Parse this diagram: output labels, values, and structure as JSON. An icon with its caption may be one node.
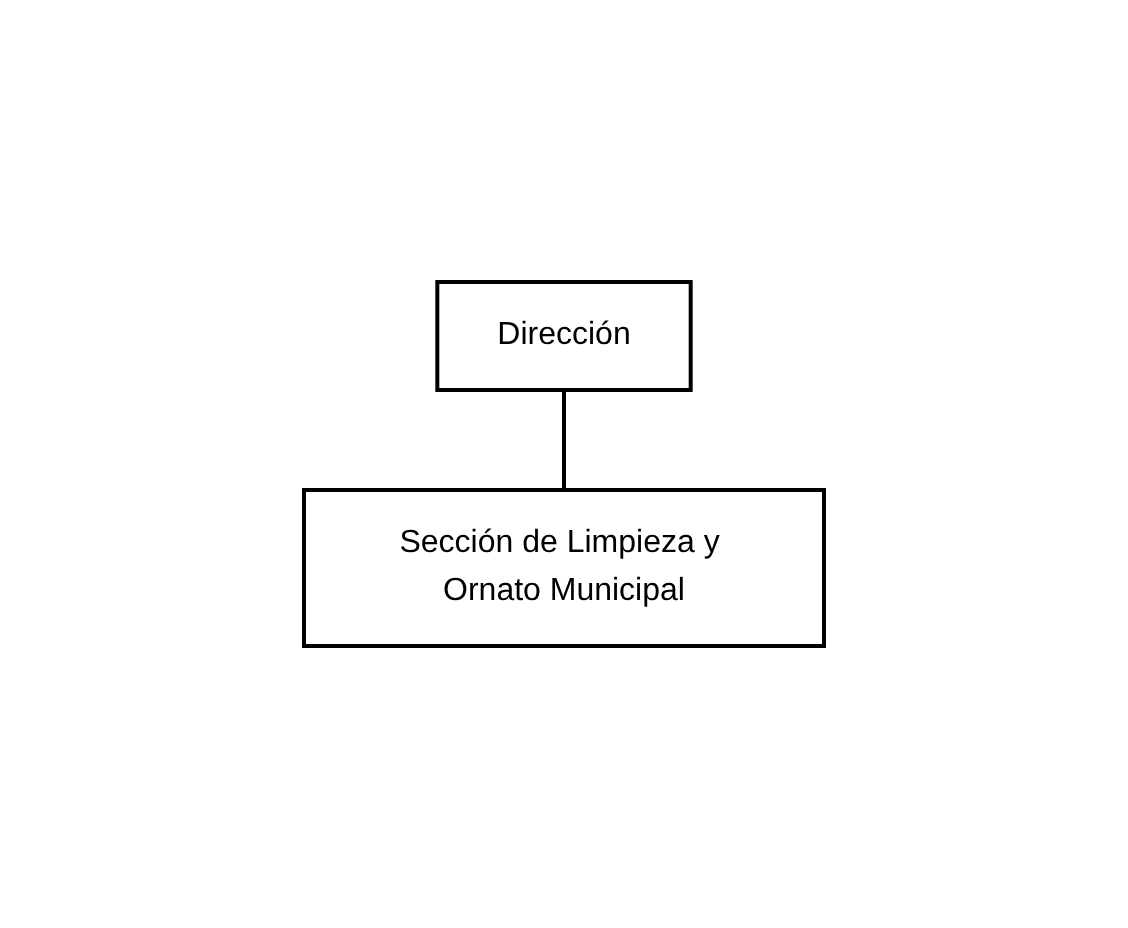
{
  "diagram": {
    "nodes": [
      {
        "text": [
          "Dirección"
        ]
      },
      {
        "text": [
          "Sección de Limpieza y Ornato Municipal"
        ]
      }
    ],
    "edges": [
      {
        "from": 0,
        "to": 1,
        "arrow": "none"
      }
    ]
  }
}
